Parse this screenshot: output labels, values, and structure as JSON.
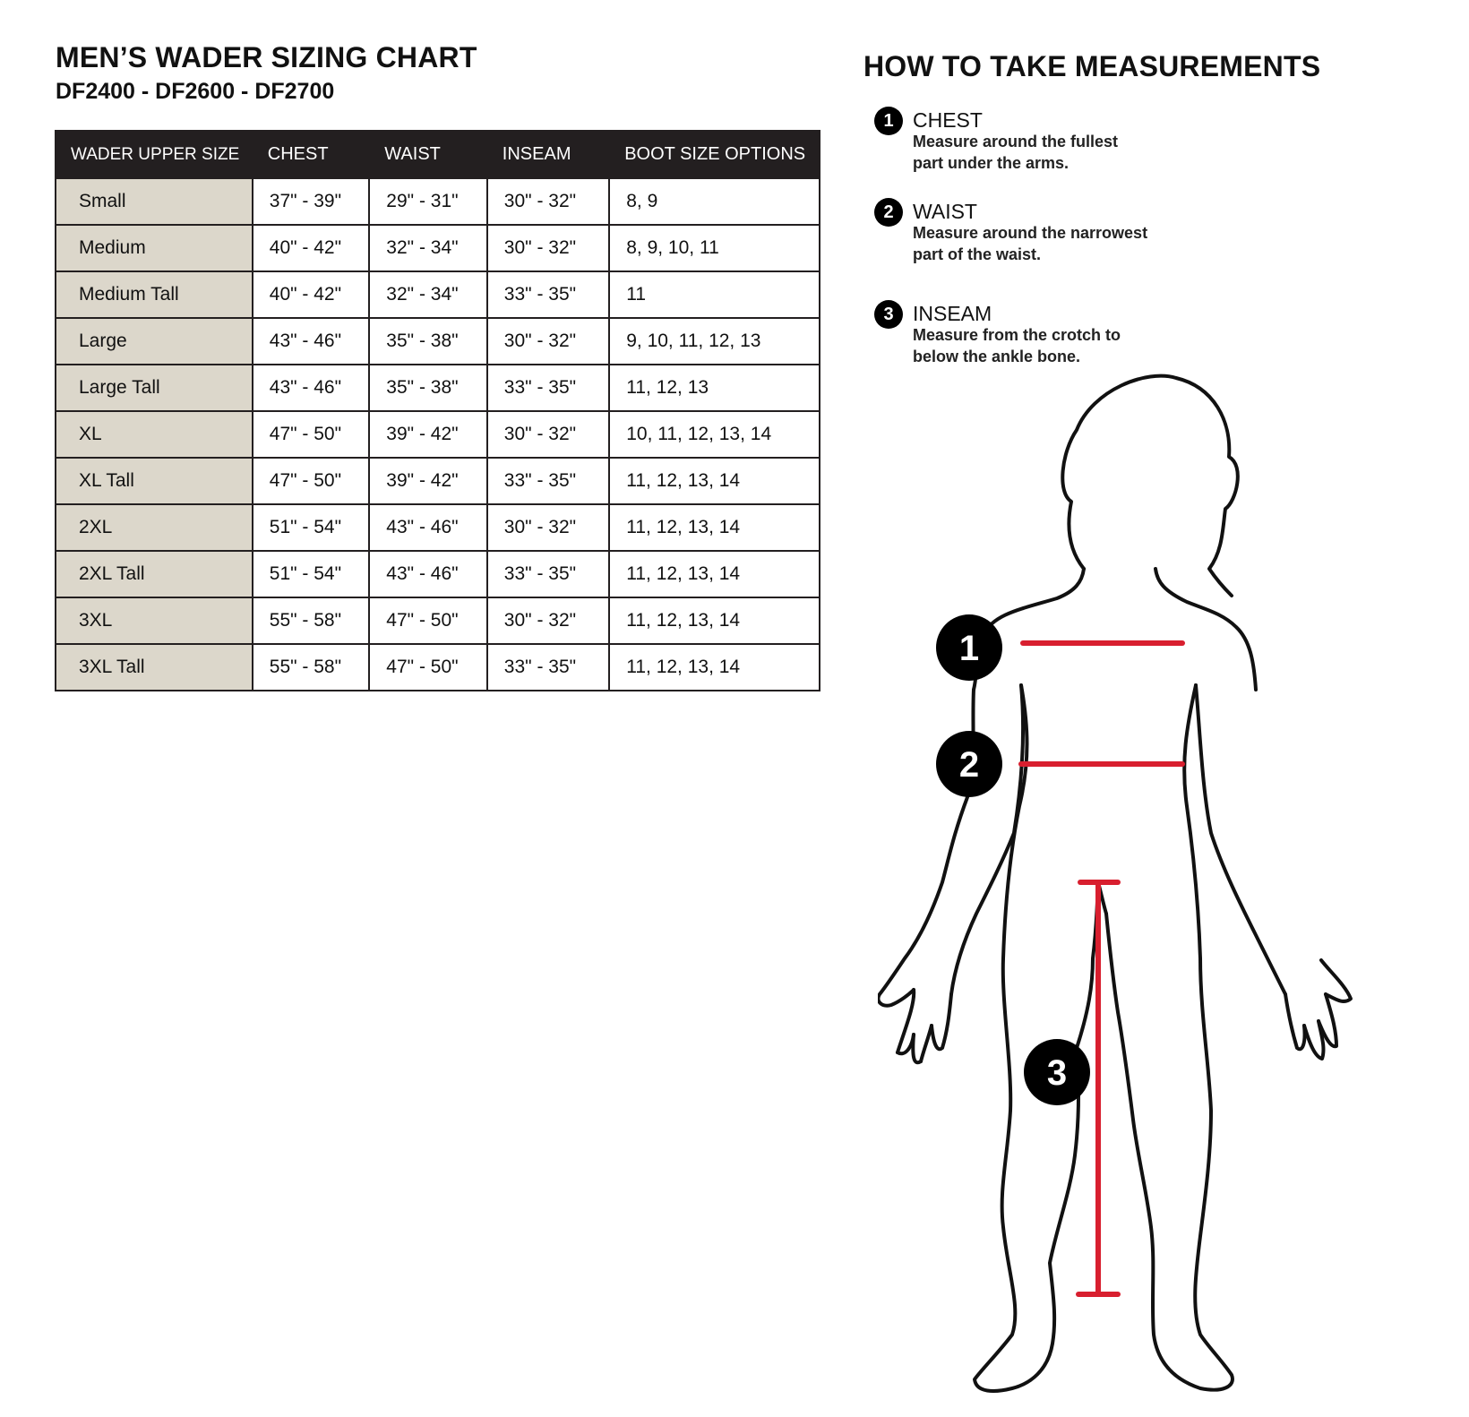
{
  "chart": {
    "title": "MEN’S WADER SIZING CHART",
    "subtitle": "DF2400 - DF2600 - DF2700",
    "headers": [
      "WADER UPPER SIZE",
      "CHEST",
      "WAIST",
      "INSEAM",
      "BOOT SIZE OPTIONS"
    ],
    "rows": [
      [
        "Small",
        "37\" - 39\"",
        "29\" - 31\"",
        "30\" - 32\"",
        "8, 9"
      ],
      [
        "Medium",
        "40\" - 42\"",
        "32\" - 34\"",
        "30\" - 32\"",
        "8, 9, 10, 11"
      ],
      [
        "Medium Tall",
        "40\" - 42\"",
        "32\" - 34\"",
        "33\" - 35\"",
        "11"
      ],
      [
        "Large",
        "43\" - 46\"",
        "35\" - 38\"",
        "30\" - 32\"",
        "9, 10, 11, 12, 13"
      ],
      [
        "Large Tall",
        "43\" - 46\"",
        "35\" - 38\"",
        "33\" - 35\"",
        "11, 12, 13"
      ],
      [
        "XL",
        "47\" - 50\"",
        "39\" - 42\"",
        "30\" - 32\"",
        "10, 11, 12, 13, 14"
      ],
      [
        "XL Tall",
        "47\" - 50\"",
        "39\" - 42\"",
        "33\" - 35\"",
        "11, 12, 13, 14"
      ],
      [
        "2XL",
        "51\" - 54\"",
        "43\" - 46\"",
        "30\" - 32\"",
        "11, 12, 13, 14"
      ],
      [
        "2XL Tall",
        "51\" - 54\"",
        "43\" - 46\"",
        "33\" - 35\"",
        "11, 12, 13, 14"
      ],
      [
        "3XL",
        "55\" - 58\"",
        "47\" - 50\"",
        "30\" - 32\"",
        "11, 12, 13, 14"
      ],
      [
        "3XL Tall",
        "55\" - 58\"",
        "47\" - 50\"",
        "33\" - 35\"",
        "11, 12, 13, 14"
      ]
    ]
  },
  "howto": {
    "title": "HOW TO TAKE MEASUREMENTS",
    "steps": [
      {
        "number": "1",
        "label": "CHEST",
        "desc_line1": "Measure around the fullest",
        "desc_line2": "part under the arms."
      },
      {
        "number": "2",
        "label": "WAIST",
        "desc_line1": "Measure around the narrowest",
        "desc_line2": "part of the waist."
      },
      {
        "number": "3",
        "label": "INSEAM",
        "desc_line1": "Measure from the crotch to",
        "desc_line2": "below the ankle bone."
      }
    ],
    "figure_markers": [
      "1",
      "2",
      "3"
    ]
  },
  "colors": {
    "header_bg": "#231f20",
    "size_cell_bg": "#dcd7cb",
    "measure_line": "#d81f2f"
  }
}
